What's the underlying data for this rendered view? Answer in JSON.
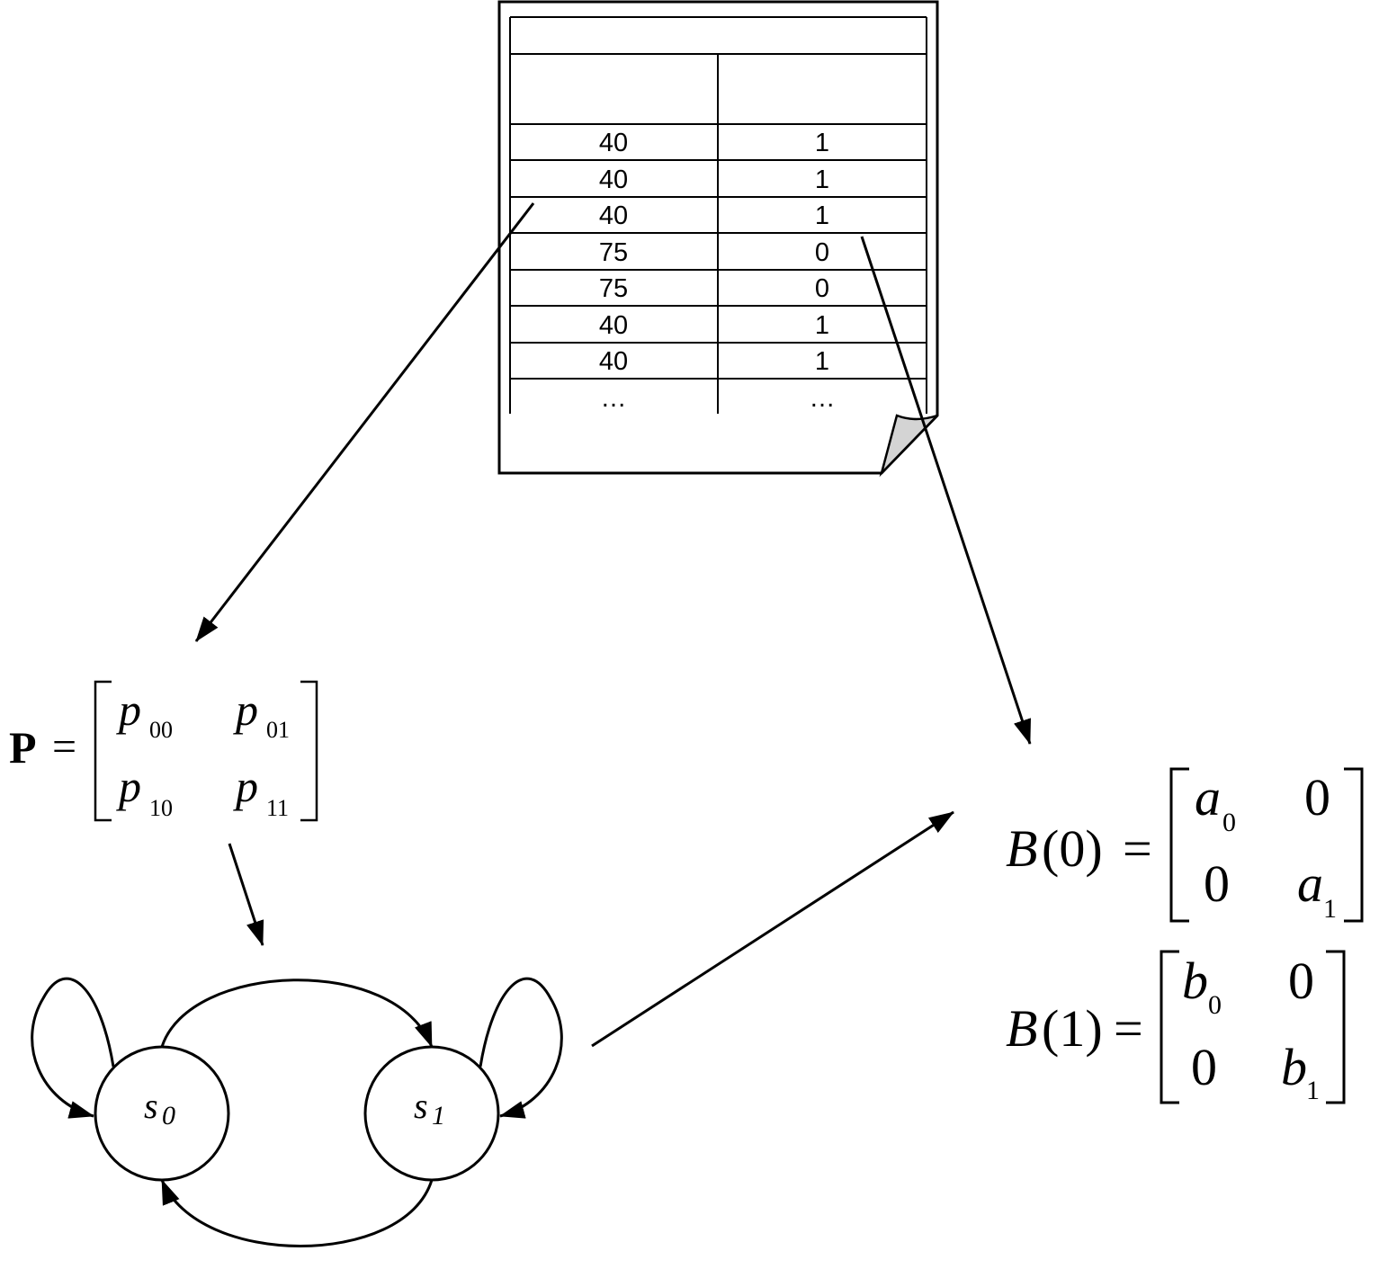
{
  "document": {
    "rows": [
      {
        "col1": "40",
        "col2": "1"
      },
      {
        "col1": "40",
        "col2": "1"
      },
      {
        "col1": "40",
        "col2": "1"
      },
      {
        "col1": "75",
        "col2": "0"
      },
      {
        "col1": "75",
        "col2": "0"
      },
      {
        "col1": "40",
        "col2": "1"
      },
      {
        "col1": "40",
        "col2": "1"
      }
    ],
    "ellipsis": "…"
  },
  "matrix_p": {
    "symbol": "P",
    "equals": "=",
    "base": "p",
    "subs": [
      "00",
      "01",
      "10",
      "11"
    ]
  },
  "states": {
    "s0": {
      "base": "s",
      "sub": "0"
    },
    "s1": {
      "base": "s",
      "sub": "1"
    }
  },
  "matrix_b0": {
    "lhs": "B",
    "arg": "(0)",
    "equals": "=",
    "base": "a",
    "subs": [
      "0",
      "1"
    ],
    "zero": "0"
  },
  "matrix_b1": {
    "lhs": "B",
    "arg": "(1)",
    "equals": "=",
    "base": "b",
    "subs": [
      "0",
      "1"
    ],
    "zero": "0"
  },
  "colors": {
    "stroke": "#000000",
    "fold": "#d4d4d4",
    "background": "#ffffff"
  }
}
